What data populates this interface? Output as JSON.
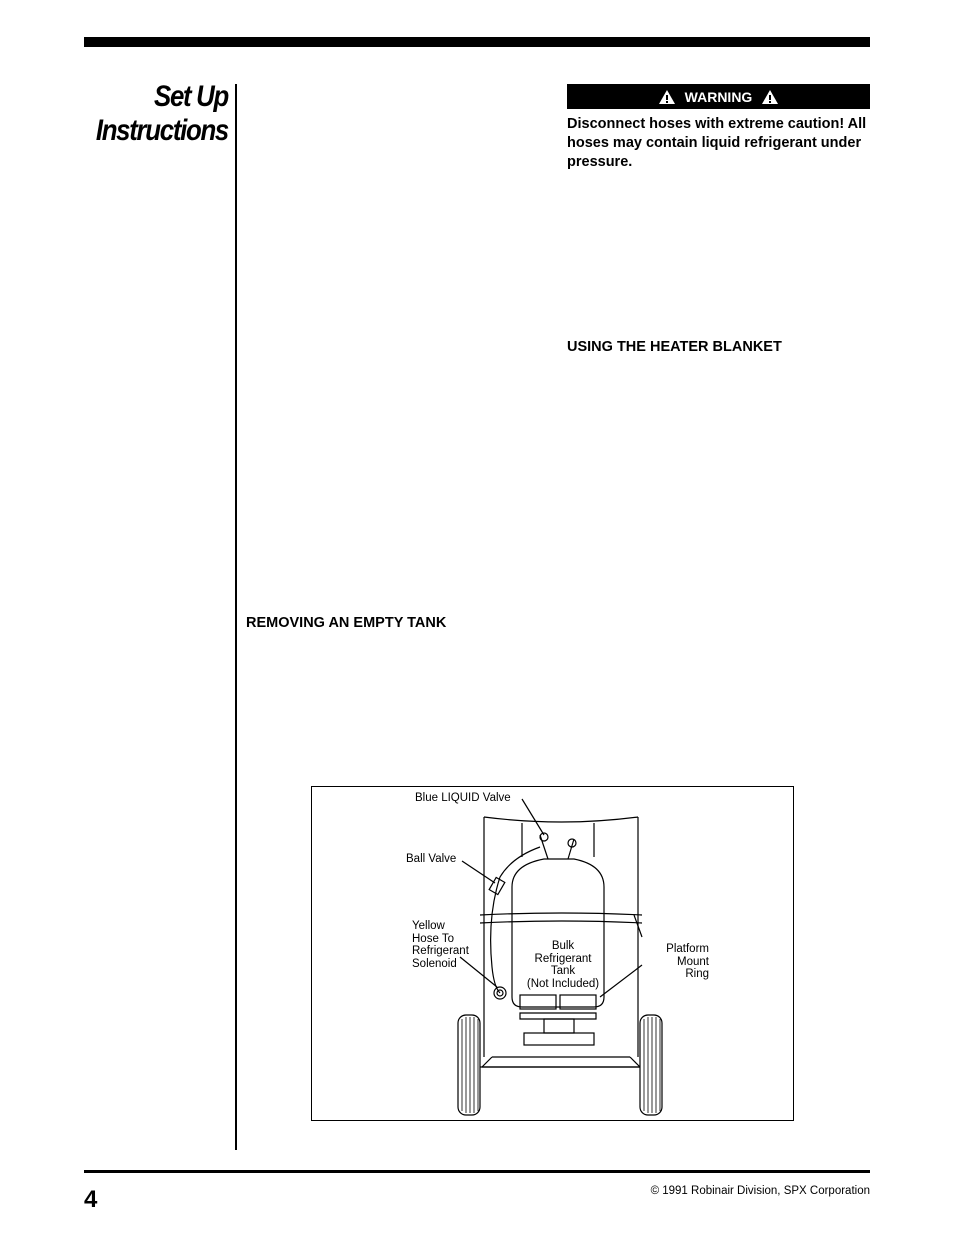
{
  "section_title": [
    "Set Up",
    "Instructions"
  ],
  "warning": {
    "label": "WARNING",
    "text": "Disconnect hoses with extreme caution! All hoses may contain liquid refrigerant under pressure."
  },
  "headings": {
    "heater": "USING THE HEATER BLANKET",
    "removing": "REMOVING AN EMPTY TANK"
  },
  "figure": {
    "callouts": {
      "blue_valve": "Blue LIQUID Valve",
      "ball_valve": "Ball Valve",
      "yellow_hose": [
        "Yellow",
        "Hose To",
        "Refrigerant",
        "Solenoid"
      ],
      "bulk_tank": [
        "Bulk",
        "Refrigerant",
        "Tank",
        "(Not Included)"
      ],
      "platform": [
        "Platform",
        "Mount",
        "Ring"
      ]
    }
  },
  "footer": {
    "page_number": "4",
    "copyright": "© 1991 Robinair Division, SPX Corporation"
  }
}
